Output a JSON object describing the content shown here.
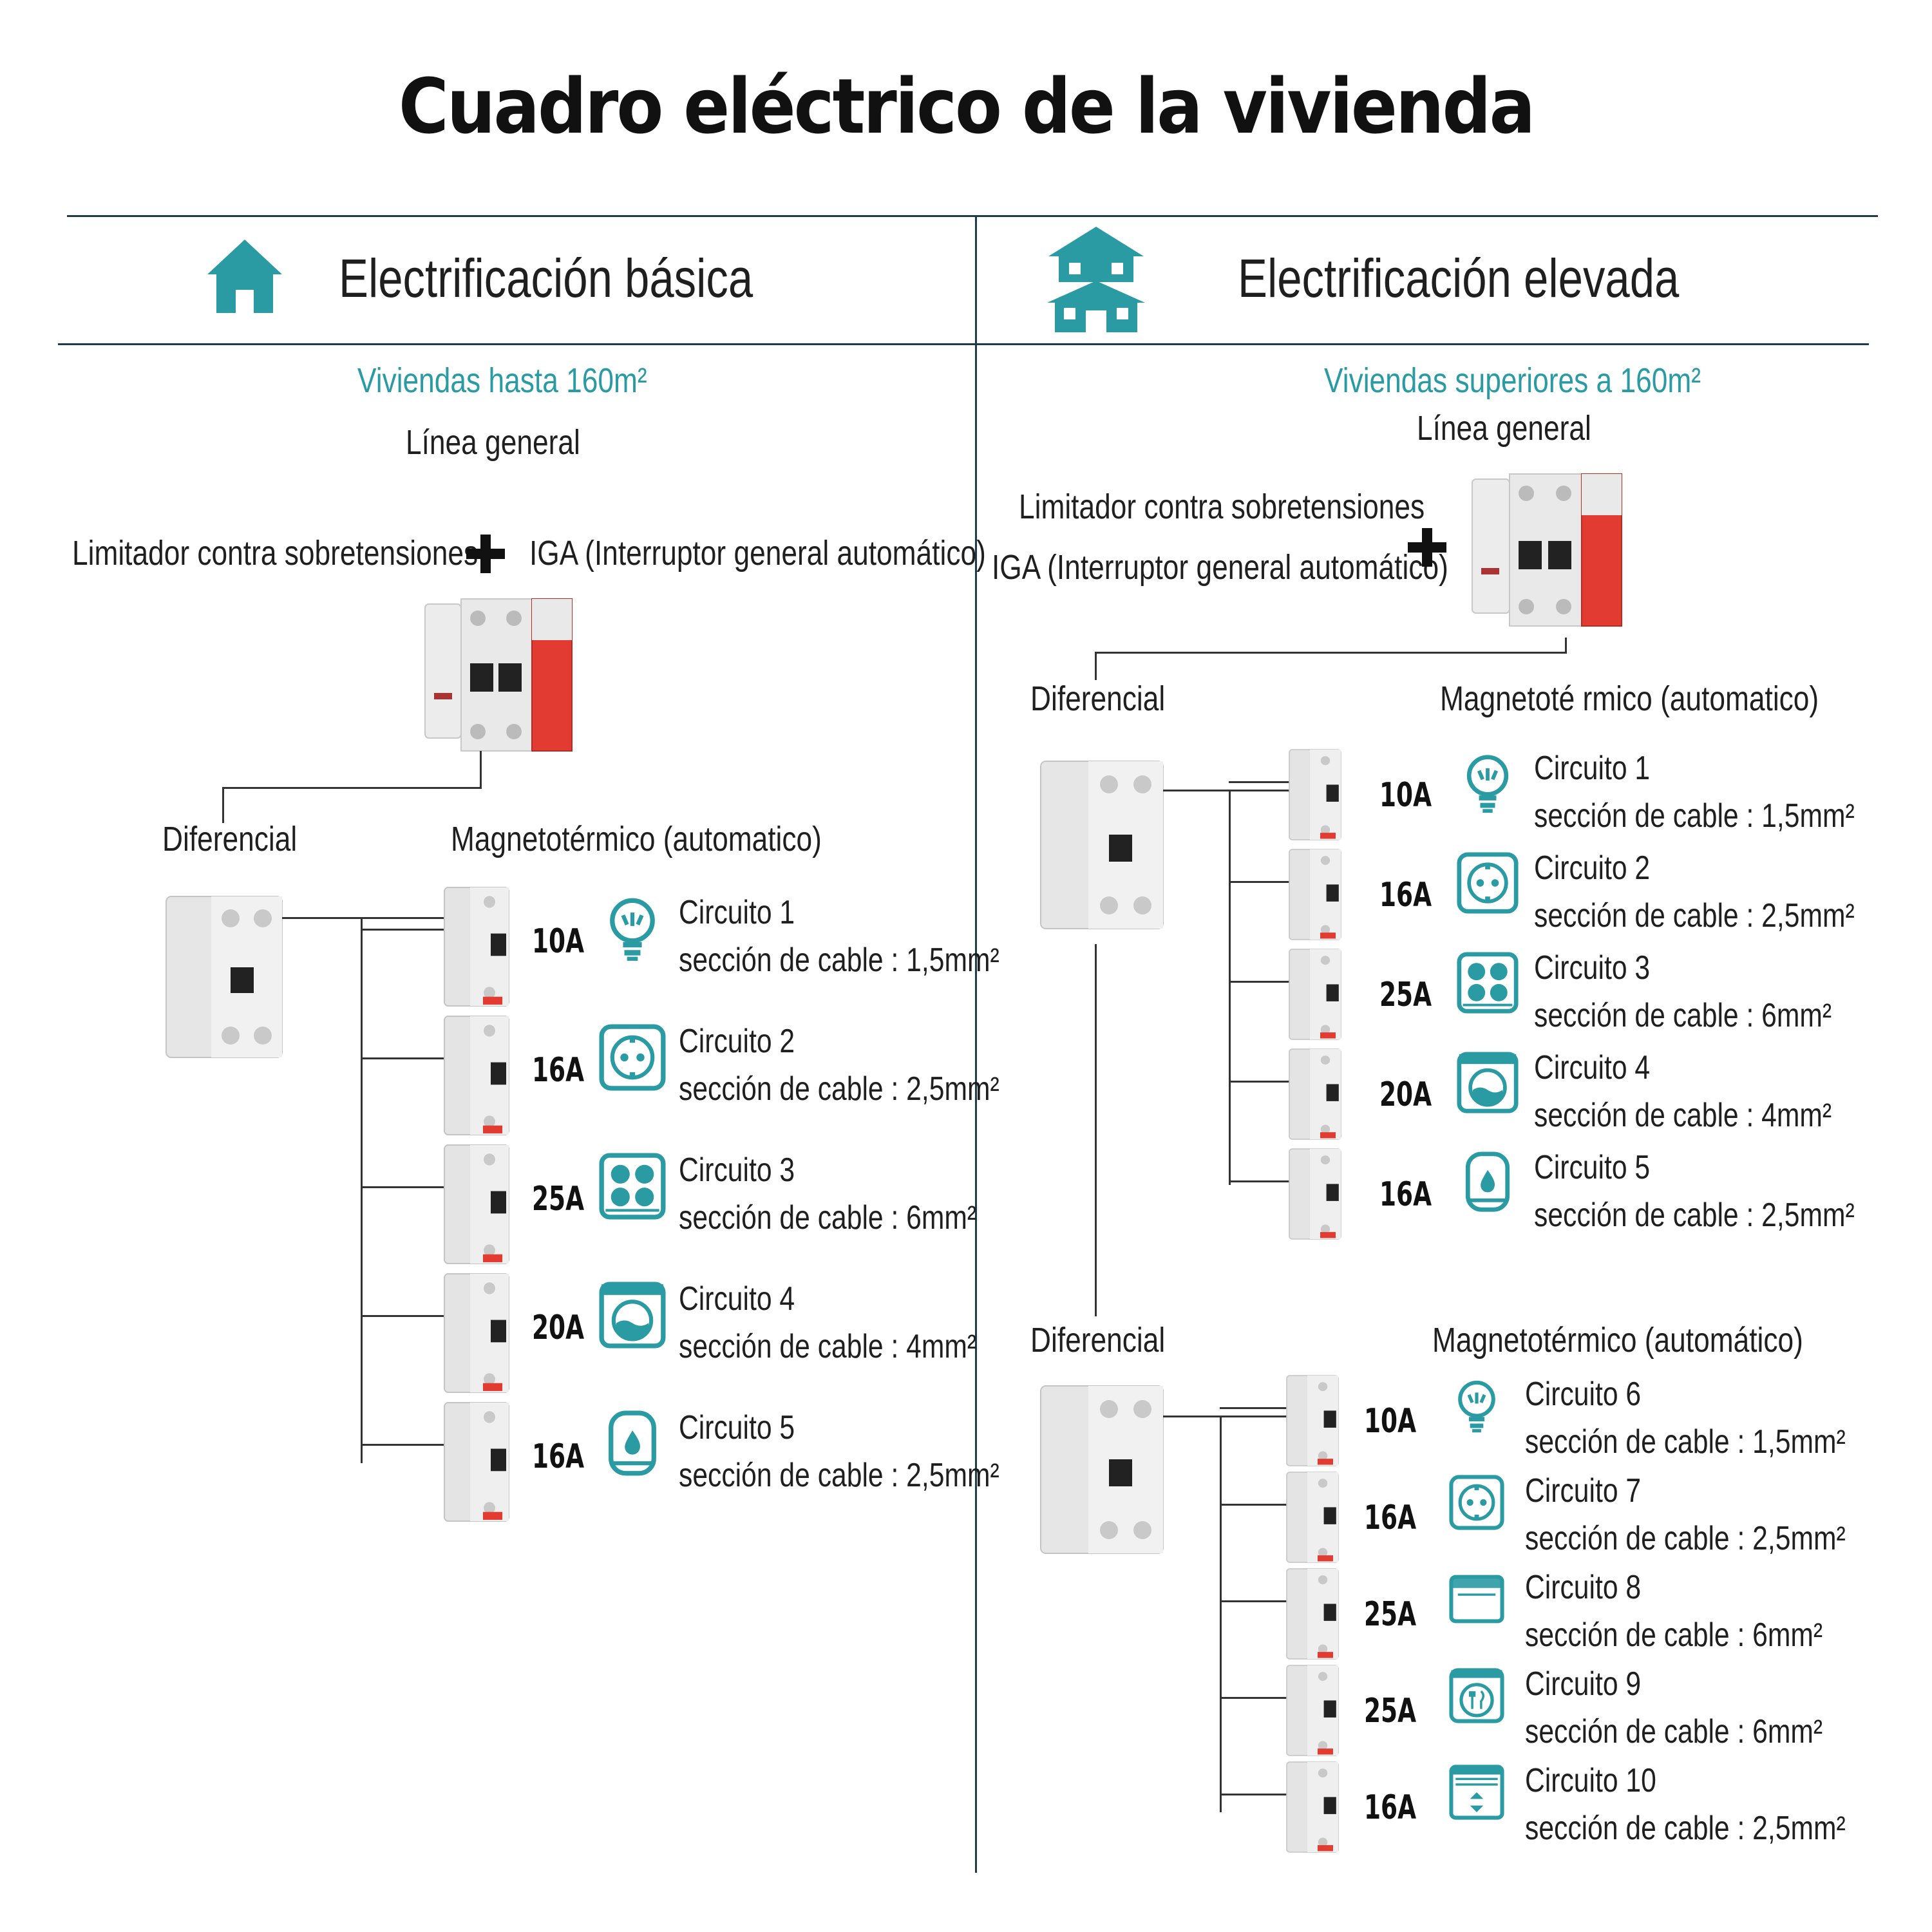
{
  "title": "Cuadro eléctrico de la vivienda",
  "colors": {
    "accent": "#2a9aa3",
    "text": "#1f1f1f",
    "limiter_red": "#e23b32",
    "device_gray": "#e6e6e6"
  },
  "left": {
    "heading": "Electrificación básica",
    "heading_icon": "house-icon",
    "subtitle": "Viviendas hasta 160m²",
    "linea_general": "Línea general",
    "limitador": "Limitador contra sobretensiones",
    "iga": "IGA (Interruptor general automático)",
    "diferencial": "Diferencial",
    "magnetotermico": "Magnetotérmico (automatico)",
    "circuits": [
      {
        "amp": "10A",
        "name": "Circuito 1",
        "cable": "sección de cable : 1,5mm²",
        "icon": "lightbulb-icon"
      },
      {
        "amp": "16A",
        "name": "Circuito 2",
        "cable": "sección de cable : 2,5mm²",
        "icon": "socket-icon"
      },
      {
        "amp": "25A",
        "name": "Circuito 3",
        "cable": "sección de cable : 6mm²",
        "icon": "cooktop-icon"
      },
      {
        "amp": "20A",
        "name": "Circuito 4",
        "cable": "sección de cable : 4mm²",
        "icon": "washing-machine-icon"
      },
      {
        "amp": "16A",
        "name": "Circuito 5",
        "cable": "sección de cable : 2,5mm²",
        "icon": "water-heater-icon"
      }
    ]
  },
  "right": {
    "heading": "Electrificación elevada",
    "heading_icon": "building-icon",
    "subtitle": "Viviendas superiores a 160m²",
    "linea_general": "Línea general",
    "limitador": "Limitador contra sobretensiones",
    "iga": "IGA (Interruptor general automático)",
    "groups": [
      {
        "diferencial": "Diferencial",
        "magnetotermico": "Magnetoté rmico (automatico)",
        "circuits": [
          {
            "amp": "10A",
            "name": "Circuito 1",
            "cable": "sección de cable : 1,5mm²",
            "icon": "lightbulb-icon"
          },
          {
            "amp": "16A",
            "name": "Circuito 2",
            "cable": "sección de cable : 2,5mm²",
            "icon": "socket-icon"
          },
          {
            "amp": "25A",
            "name": "Circuito 3",
            "cable": "sección de cable : 6mm²",
            "icon": "cooktop-icon"
          },
          {
            "amp": "20A",
            "name": "Circuito 4",
            "cable": "sección de cable : 4mm²",
            "icon": "washing-machine-icon"
          },
          {
            "amp": "16A",
            "name": "Circuito 5",
            "cable": "sección de cable : 2,5mm²",
            "icon": "water-heater-icon"
          }
        ]
      },
      {
        "diferencial": "Diferencial",
        "magnetotermico": "Magnetotérmico (automático)",
        "circuits": [
          {
            "amp": "10A",
            "name": "Circuito 6",
            "cable": "sección de cable : 1,5mm²",
            "icon": "lightbulb-icon"
          },
          {
            "amp": "16A",
            "name": "Circuito 7",
            "cable": "sección de cable : 2,5mm²",
            "icon": "socket-icon"
          },
          {
            "amp": "25A",
            "name": "Circuito 8",
            "cable": "sección de cable : 6mm²",
            "icon": "oven-icon"
          },
          {
            "amp": "25A",
            "name": "Circuito 9",
            "cable": "sección de cable : 6mm²",
            "icon": "dishwasher-icon"
          },
          {
            "amp": "16A",
            "name": "Circuito 10",
            "cable": "sección de cable : 2,5mm²",
            "icon": "air-conditioner-icon"
          }
        ]
      }
    ]
  }
}
